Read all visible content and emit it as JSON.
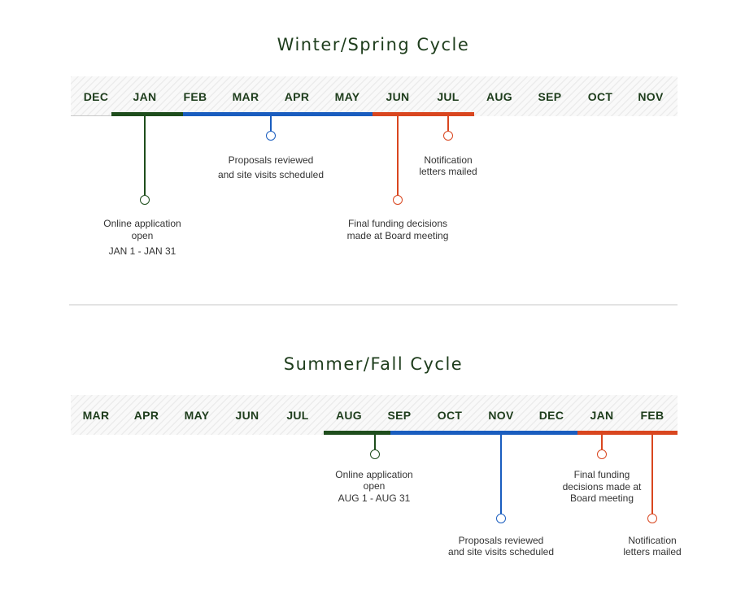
{
  "colors": {
    "green": "#1e4d1c",
    "blue": "#1a5dbf",
    "red": "#d9461f",
    "title": "#1e3d1c"
  },
  "winter": {
    "title": "Winter/Spring Cycle",
    "months": [
      "DEC",
      "JAN",
      "FEB",
      "MAR",
      "APR",
      "MAY",
      "JUN",
      "JUL",
      "AUG",
      "SEP",
      "OCT",
      "NOV"
    ],
    "events": {
      "application": {
        "line1": "Online application",
        "line2": "open",
        "dates": "JAN 1 - JAN 31"
      },
      "review": {
        "line1": "Proposals reviewed",
        "line2": "and site visits scheduled"
      },
      "decisions": {
        "line1": "Final funding decisions",
        "line2": "made at Board meeting"
      },
      "notification": {
        "line1": "Notification",
        "line2": "letters mailed"
      }
    }
  },
  "summer": {
    "title": "Summer/Fall Cycle",
    "months": [
      "MAR",
      "APR",
      "MAY",
      "JUN",
      "JUL",
      "AUG",
      "SEP",
      "OCT",
      "NOV",
      "DEC",
      "JAN",
      "FEB"
    ],
    "events": {
      "application": {
        "line1": "Online application",
        "line2": "open",
        "dates": "AUG 1 - AUG 31"
      },
      "decisions": {
        "line1": "Final funding",
        "line2": "decisions made at",
        "line3": "Board meeting"
      },
      "review": {
        "line1": "Proposals reviewed",
        "line2": "and site visits scheduled"
      },
      "notification": {
        "line1": "Notification",
        "line2": "letters mailed"
      }
    }
  }
}
